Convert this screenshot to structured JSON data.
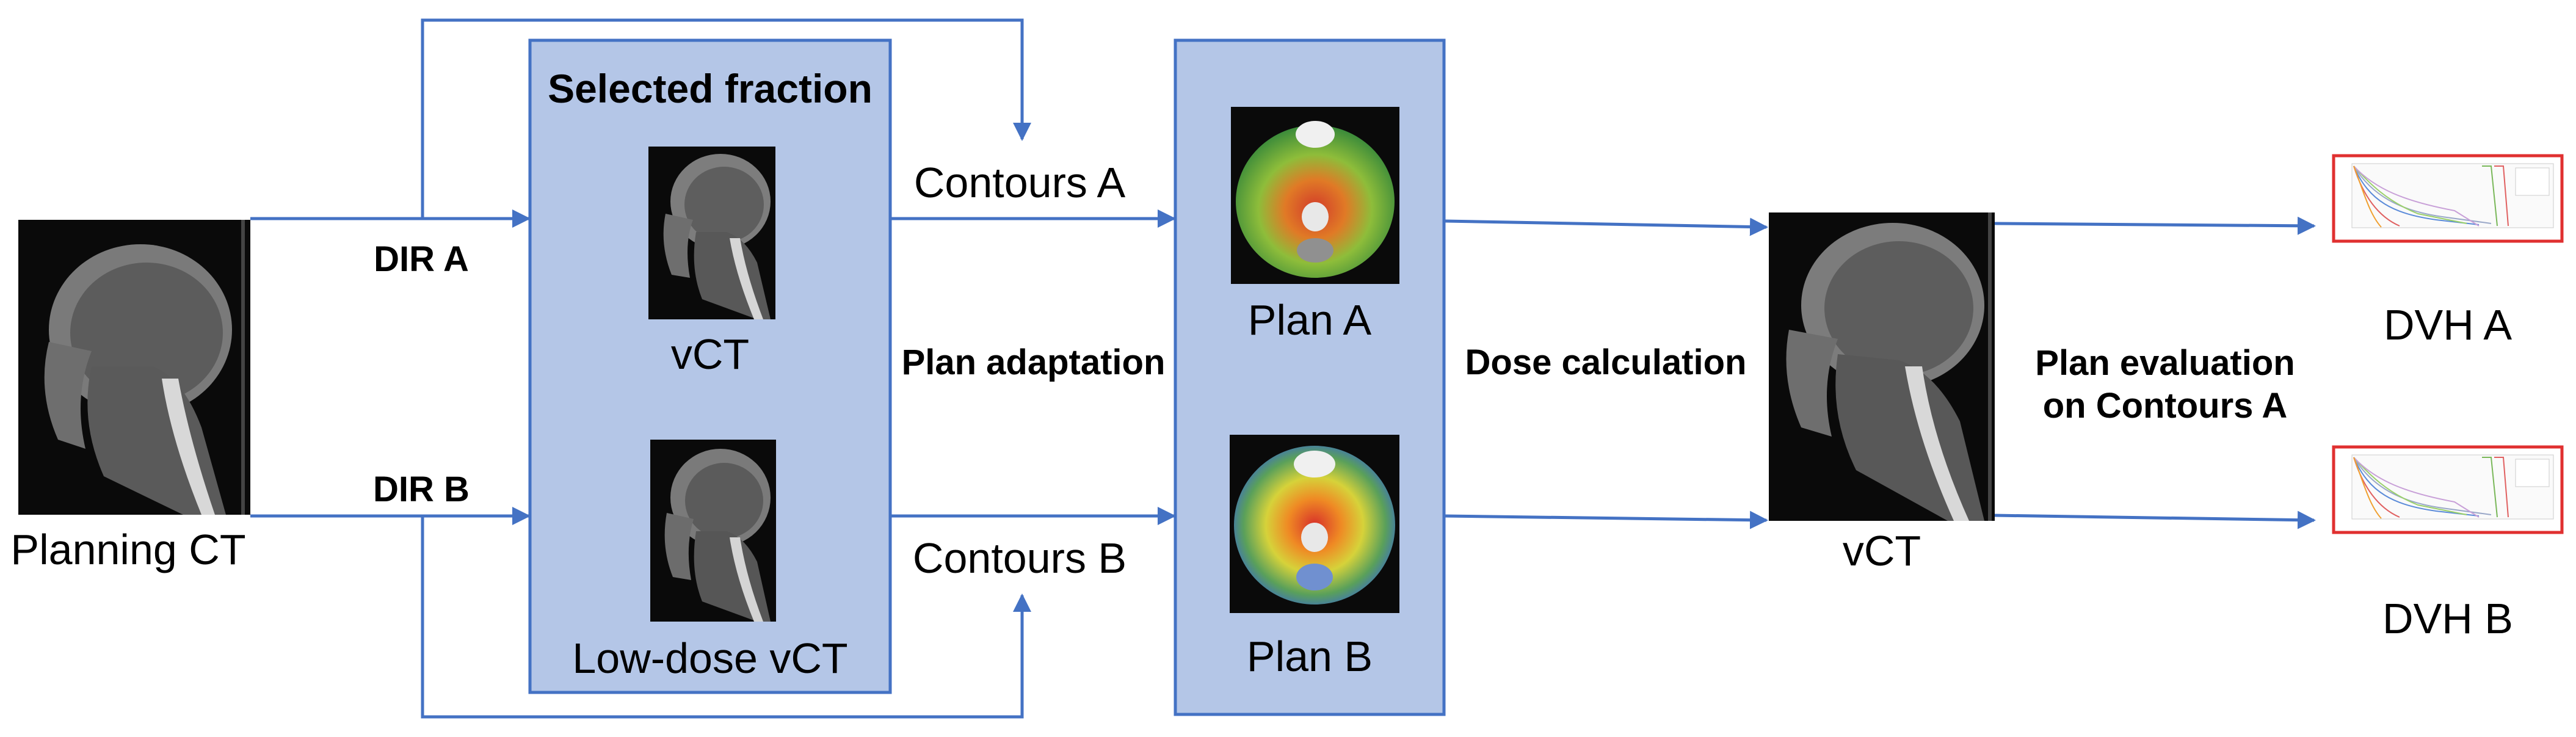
{
  "nodes": {
    "planning_ct": "Planning CT",
    "selected_fraction": "Selected fraction",
    "vct_top": "vCT",
    "low_dose_vct": "Low-dose vCT",
    "plan_a": "Plan A",
    "plan_b": "Plan B",
    "vct_right": "vCT",
    "dvh_a": "DVH A",
    "dvh_b": "DVH B"
  },
  "edges": {
    "dir_a": "DIR A",
    "dir_b": "DIR B",
    "contours_a": "Contours A",
    "contours_b": "Contours B",
    "plan_adaptation": "Plan adaptation",
    "dose_calculation": "Dose calculation",
    "plan_evaluation_line1": "Plan evaluation",
    "plan_evaluation_line2": "on Contours A"
  },
  "colors": {
    "arrow": "#4472C4",
    "box_fill": "#B4C6E7",
    "box_border": "#4472C4",
    "dvh_border": "#E03030"
  }
}
